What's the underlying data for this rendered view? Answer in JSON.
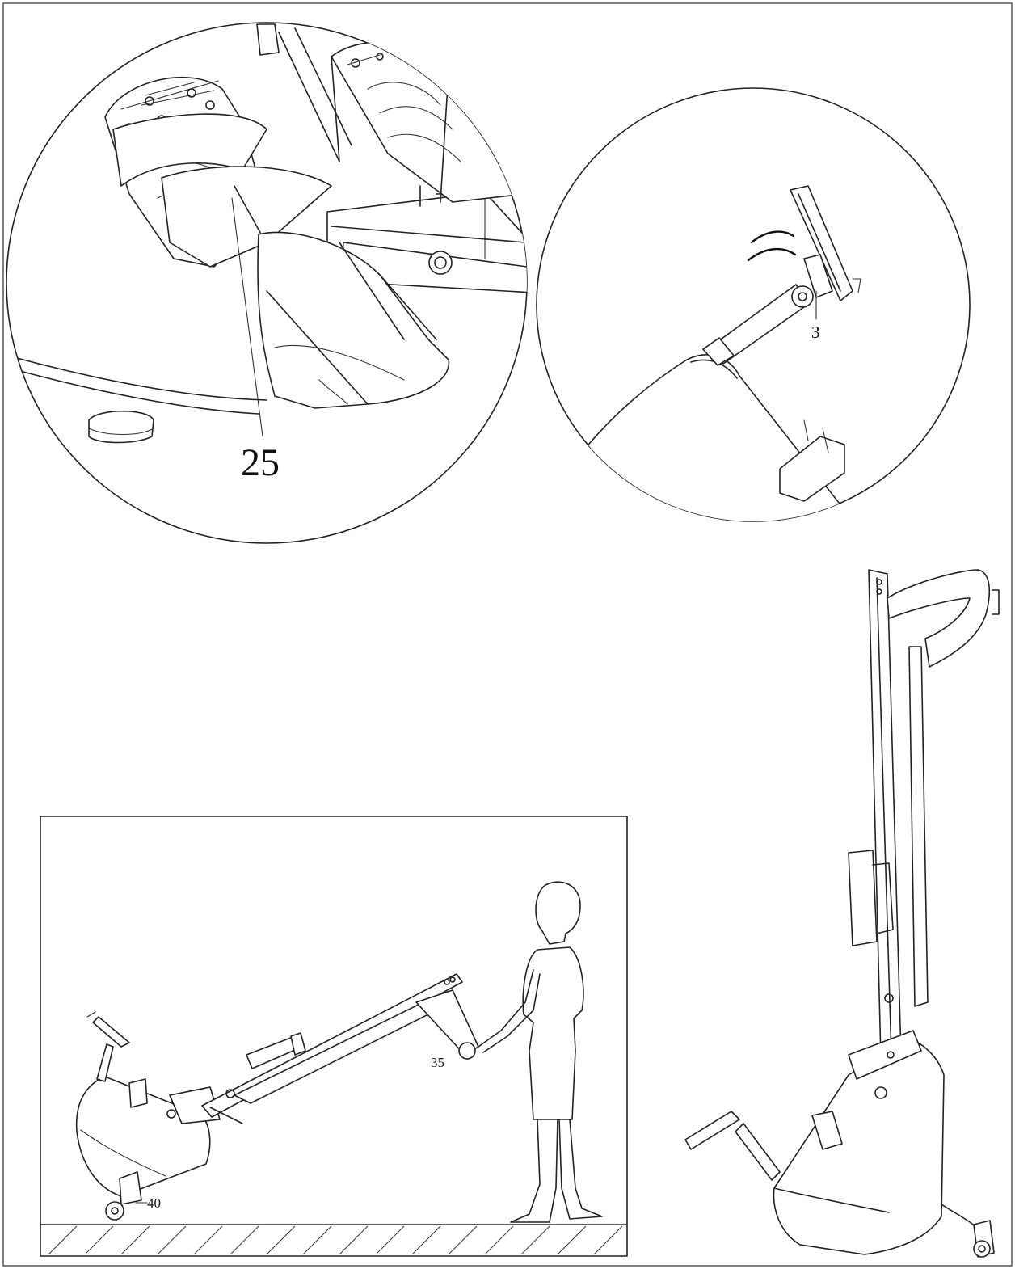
{
  "callouts": {
    "foot_strap": "25",
    "monitor_pivot": "3",
    "handle": "35",
    "wheel": "40"
  }
}
